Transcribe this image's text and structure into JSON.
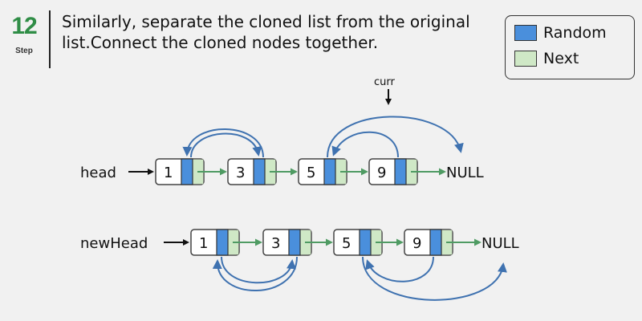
{
  "header": {
    "step_number": "12",
    "step_label": "Step",
    "description": "Similarly, separate the cloned list from the original list.Connect the cloned nodes together."
  },
  "legend": {
    "items": [
      {
        "label": "Random",
        "color": "#4a8fdc"
      },
      {
        "label": "Next",
        "color": "#cfe8c6"
      }
    ]
  },
  "colors": {
    "random": "#4a8fdc",
    "next": "#cfe8c6",
    "random_arrow": "#3f72b0",
    "next_arrow": "#4f9b63"
  },
  "lists": [
    {
      "pointer_label": "head",
      "nodes": [
        "1",
        "3",
        "5",
        "9"
      ],
      "terminal": "NULL",
      "current_pointer": {
        "label": "curr",
        "node_index": 3
      },
      "random_links": [
        {
          "from": 0,
          "to": 1
        },
        {
          "from": 1,
          "to": 0
        },
        {
          "from": 2,
          "to": "NULL"
        },
        {
          "from": 3,
          "to": 2
        }
      ]
    },
    {
      "pointer_label": "newHead",
      "nodes": [
        "1",
        "3",
        "5",
        "9"
      ],
      "terminal": "NULL",
      "random_links": [
        {
          "from": 0,
          "to": 1
        },
        {
          "from": 1,
          "to": 0
        },
        {
          "from": 2,
          "to": "NULL"
        },
        {
          "from": 3,
          "to": 2
        }
      ]
    }
  ]
}
